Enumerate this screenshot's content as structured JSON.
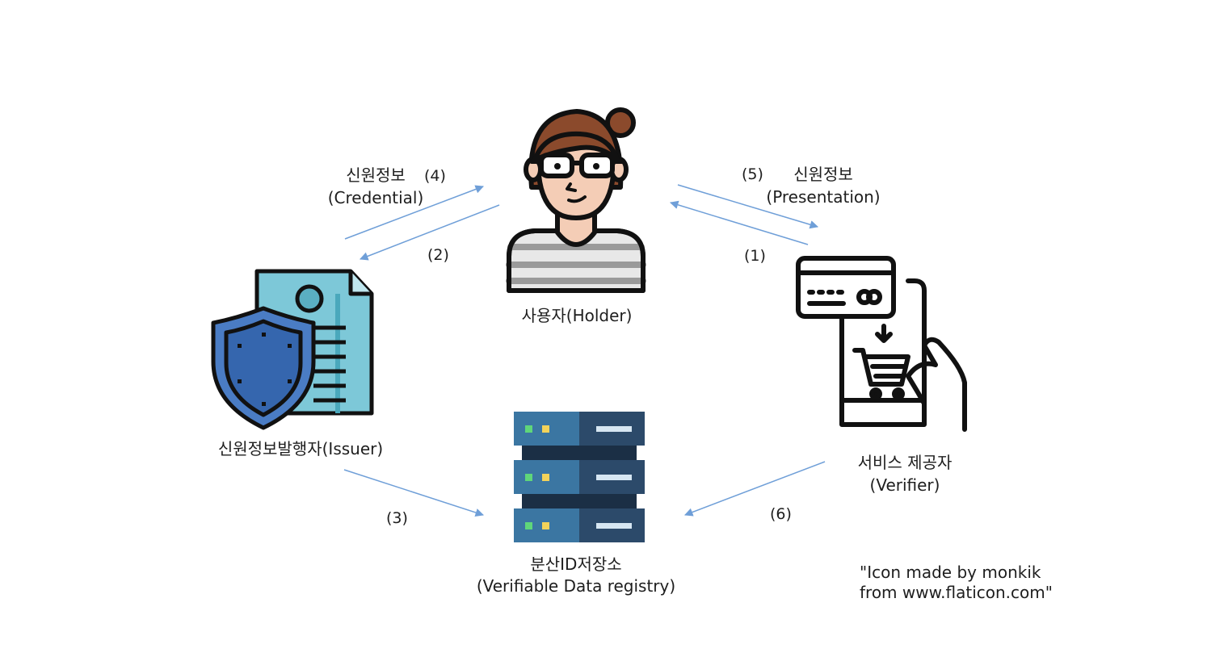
{
  "nodes": {
    "holder": {
      "label": "사용자(Holder)"
    },
    "issuer": {
      "label": "신원정보발행자(Issuer)"
    },
    "verifier": {
      "line1": "서비스 제공자",
      "line2": "(Verifier)"
    },
    "registry": {
      "line1": "분산ID저장소",
      "line2": "(Verifiable Data registry)"
    }
  },
  "edges": {
    "credential": {
      "line1": "신원정보",
      "line2": "(Credential)",
      "step": "(4)"
    },
    "request_issuer": {
      "step": "(2)"
    },
    "presentation": {
      "line1": "신원정보",
      "line2": "(Presentation)",
      "step": "(5)"
    },
    "request_verifier": {
      "step": "(1)"
    },
    "issuer_registry": {
      "step": "(3)"
    },
    "verifier_registry": {
      "step": "(6)"
    }
  },
  "credit": {
    "line1": "\"Icon made by monkik",
    "line2": "from www.flaticon.com\""
  },
  "colors": {
    "arrow": "#6f9fd8",
    "outline": "#111111",
    "server_dark": "#2c4a6a",
    "server_mid": "#3b76a2",
    "shield": "#4a7cc4",
    "doc": "#7dc8d8"
  }
}
